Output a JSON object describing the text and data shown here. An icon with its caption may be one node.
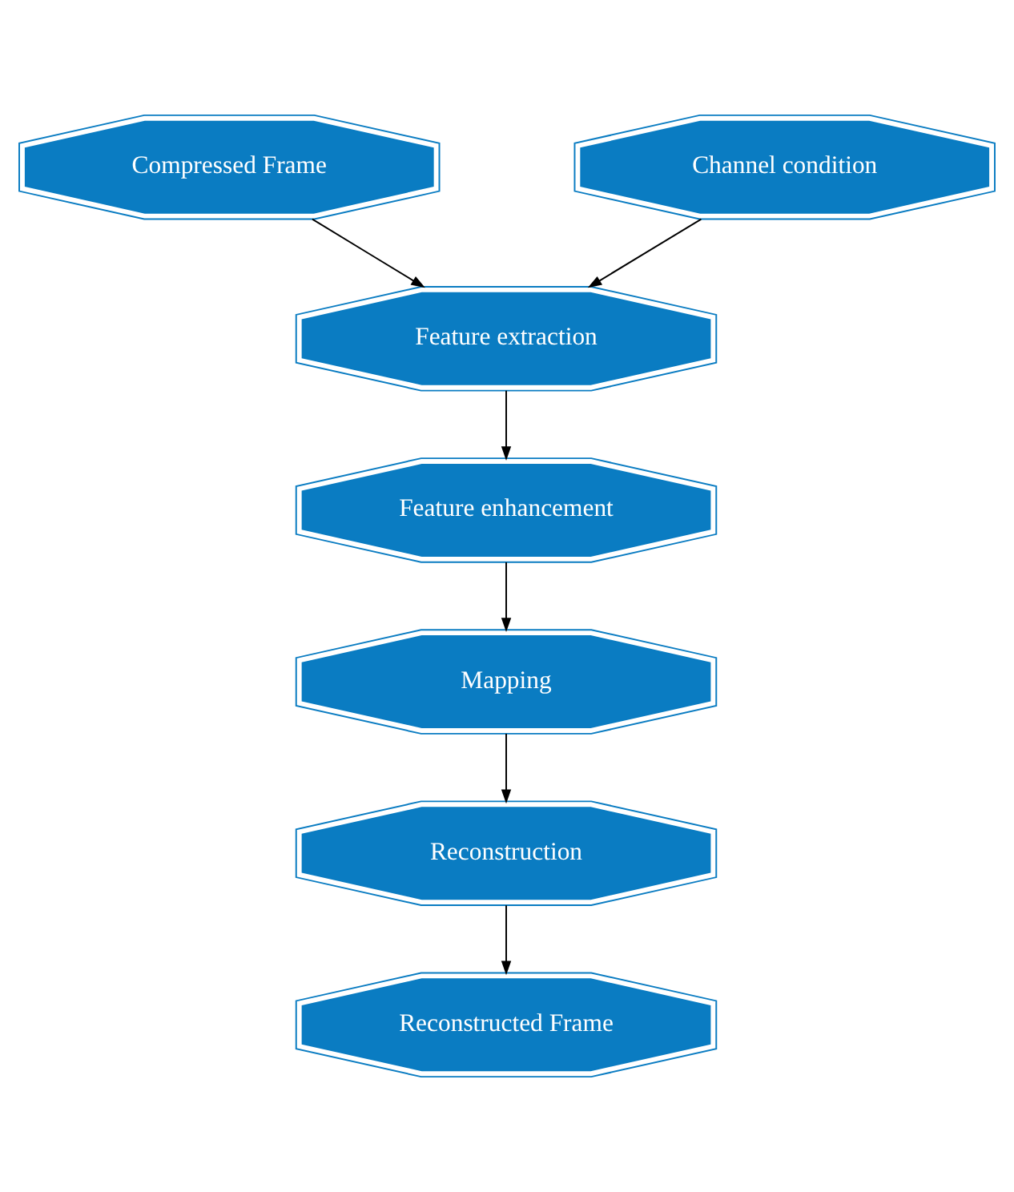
{
  "diagram": {
    "nodes": [
      {
        "text": [
          "Compressed Frame"
        ]
      },
      {
        "text": [
          "Channel condition"
        ]
      },
      {
        "text": [
          "Feature extraction"
        ]
      },
      {
        "text": [
          "Feature enhancement"
        ]
      },
      {
        "text": [
          "Mapping"
        ]
      },
      {
        "text": [
          "Reconstruction"
        ]
      },
      {
        "text": [
          "Reconstructed Frame"
        ]
      }
    ],
    "edges": [
      {
        "from": 0,
        "to": 2,
        "arrow": "to"
      },
      {
        "from": 1,
        "to": 2,
        "arrow": "to"
      },
      {
        "from": 2,
        "to": 3,
        "arrow": "to"
      },
      {
        "from": 3,
        "to": 4,
        "arrow": "to"
      },
      {
        "from": 4,
        "to": 5,
        "arrow": "to"
      },
      {
        "from": 5,
        "to": 6,
        "arrow": "to"
      }
    ]
  }
}
